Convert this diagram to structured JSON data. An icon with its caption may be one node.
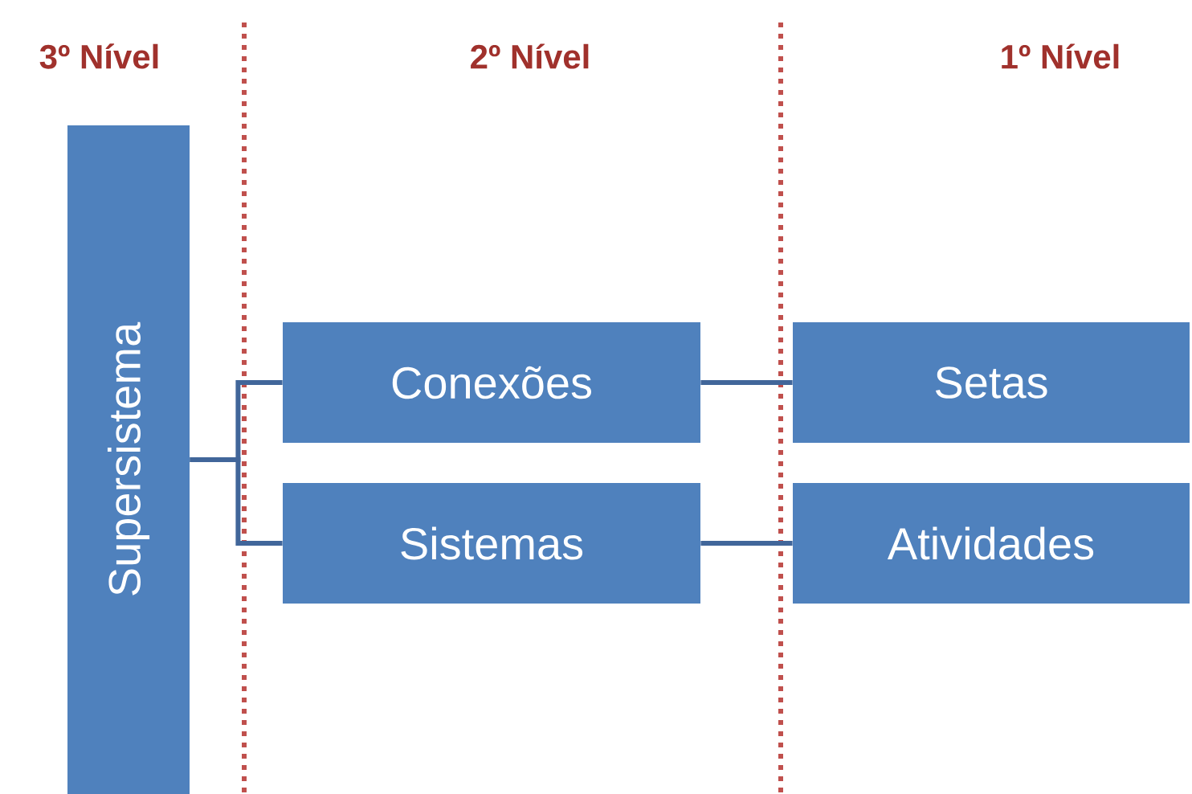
{
  "diagram": {
    "nodes": [
      {
        "text": [
          "Supersistema"
        ]
      },
      {
        "text": [
          "Conexões"
        ]
      },
      {
        "text": [
          "Sistemas"
        ]
      },
      {
        "text": [
          "Setas"
        ]
      },
      {
        "text": [
          "Atividades"
        ]
      }
    ],
    "edges": [
      {
        "from": 0,
        "to": 1,
        "arrow": "none"
      },
      {
        "from": 0,
        "to": 2,
        "arrow": "none"
      },
      {
        "from": 1,
        "to": 3,
        "arrow": "none"
      },
      {
        "from": 2,
        "to": 4,
        "arrow": "none"
      }
    ],
    "labels": [
      "3º Nível",
      "2º Nível",
      "1º Nível"
    ]
  }
}
